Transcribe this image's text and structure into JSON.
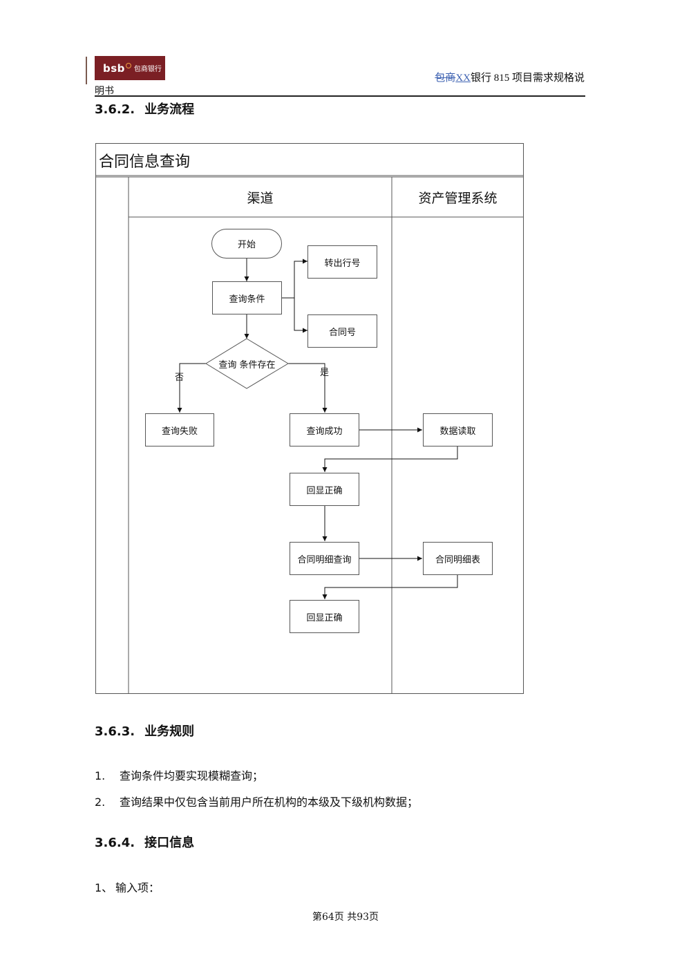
{
  "header": {
    "logo_text": "bsb",
    "logo_name": "包商银行",
    "title_deleted": "包商",
    "title_inserted": "XX",
    "title_rest": "银行 815 项目需求规格说",
    "title_cont": "明书"
  },
  "sections": {
    "s362": {
      "num": "3.6.2.",
      "title": "业务流程"
    },
    "s363": {
      "num": "3.6.3.",
      "title": "业务规则"
    },
    "s364": {
      "num": "3.6.4.",
      "title": "接口信息"
    }
  },
  "diagram": {
    "title": "合同信息查询",
    "lanes": [
      "渠道",
      "资产管理系统"
    ],
    "nodes": {
      "start": "开始",
      "query_cond": "查询条件",
      "out_bank": "转出行号",
      "contract_no": "合同号",
      "decision": "查询  条件存在",
      "fail": "查询失败",
      "success": "查询成功",
      "data_read": "数据读取",
      "echo1": "回显正确",
      "detail_query": "合同明细查询",
      "detail_table": "合同明细表",
      "echo2": "回显正确"
    },
    "edge_labels": {
      "no": "否",
      "yes": "是"
    }
  },
  "rules": [
    {
      "n": "1.",
      "text": "查询条件均要实现模糊查询；"
    },
    {
      "n": "2.",
      "text": "查询结果中仅包含当前用户所在机构的本级及下级机构数据；"
    }
  ],
  "interface": {
    "n": "1、",
    "text": "输入项："
  },
  "footer": {
    "text": "第64页  共93页"
  }
}
